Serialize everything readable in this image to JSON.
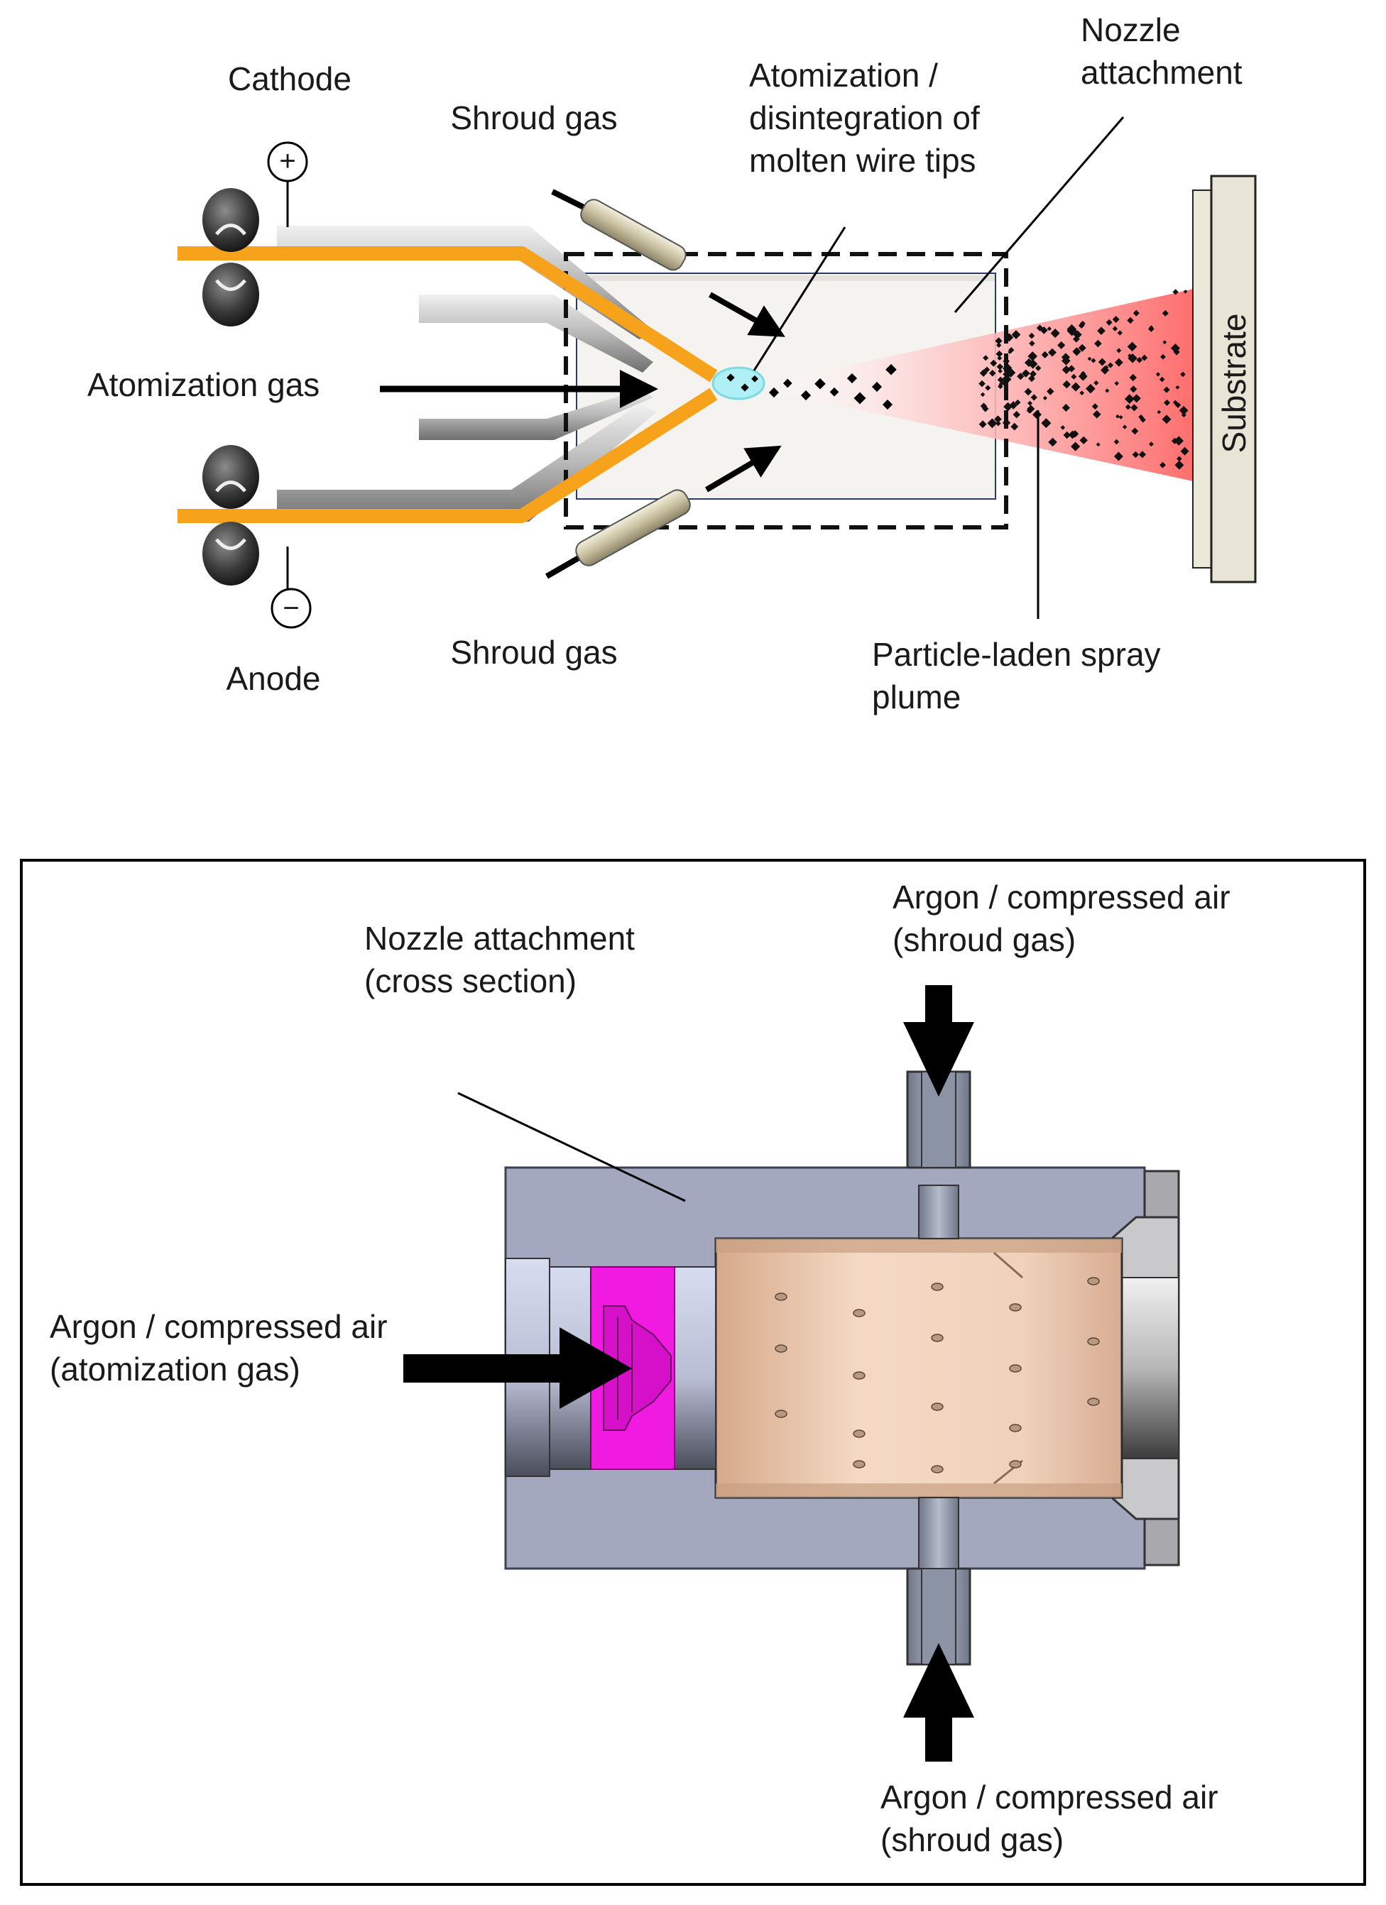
{
  "top_diagram": {
    "labels": {
      "cathode": "Cathode",
      "anode": "Anode",
      "plus_sign": "+",
      "minus_sign": "−",
      "shroud_gas_top": "Shroud gas",
      "shroud_gas_bottom": "Shroud gas",
      "atomization_gas": "Atomization gas",
      "atomization_note": [
        "Atomization /",
        "disintegration of",
        "molten wire tips"
      ],
      "nozzle_attachment": [
        "Nozzle",
        "attachment"
      ],
      "particle_plume": [
        "Particle-laden spray",
        "plume"
      ],
      "substrate": "Substrate"
    },
    "colors": {
      "wire": "#f7a21b",
      "spray": "#ff6b6b",
      "molten_tip": "#aef0f5",
      "guide": "#b0b0b0"
    }
  },
  "bottom_diagram": {
    "labels": {
      "nozzle_cross_section": [
        "Nozzle attachment",
        "(cross section)"
      ],
      "shroud_in_top": [
        "Argon / compressed air",
        "(shroud gas)"
      ],
      "shroud_in_bottom": [
        "Argon / compressed air",
        "(shroud gas)"
      ],
      "atomization_in": [
        "Argon / compressed air",
        "(atomization gas)"
      ]
    },
    "colors": {
      "housing": "#a3a8bf",
      "insert": "#f01ae0",
      "liner": "#e8c2a8",
      "ports": "#8b93a4"
    }
  }
}
